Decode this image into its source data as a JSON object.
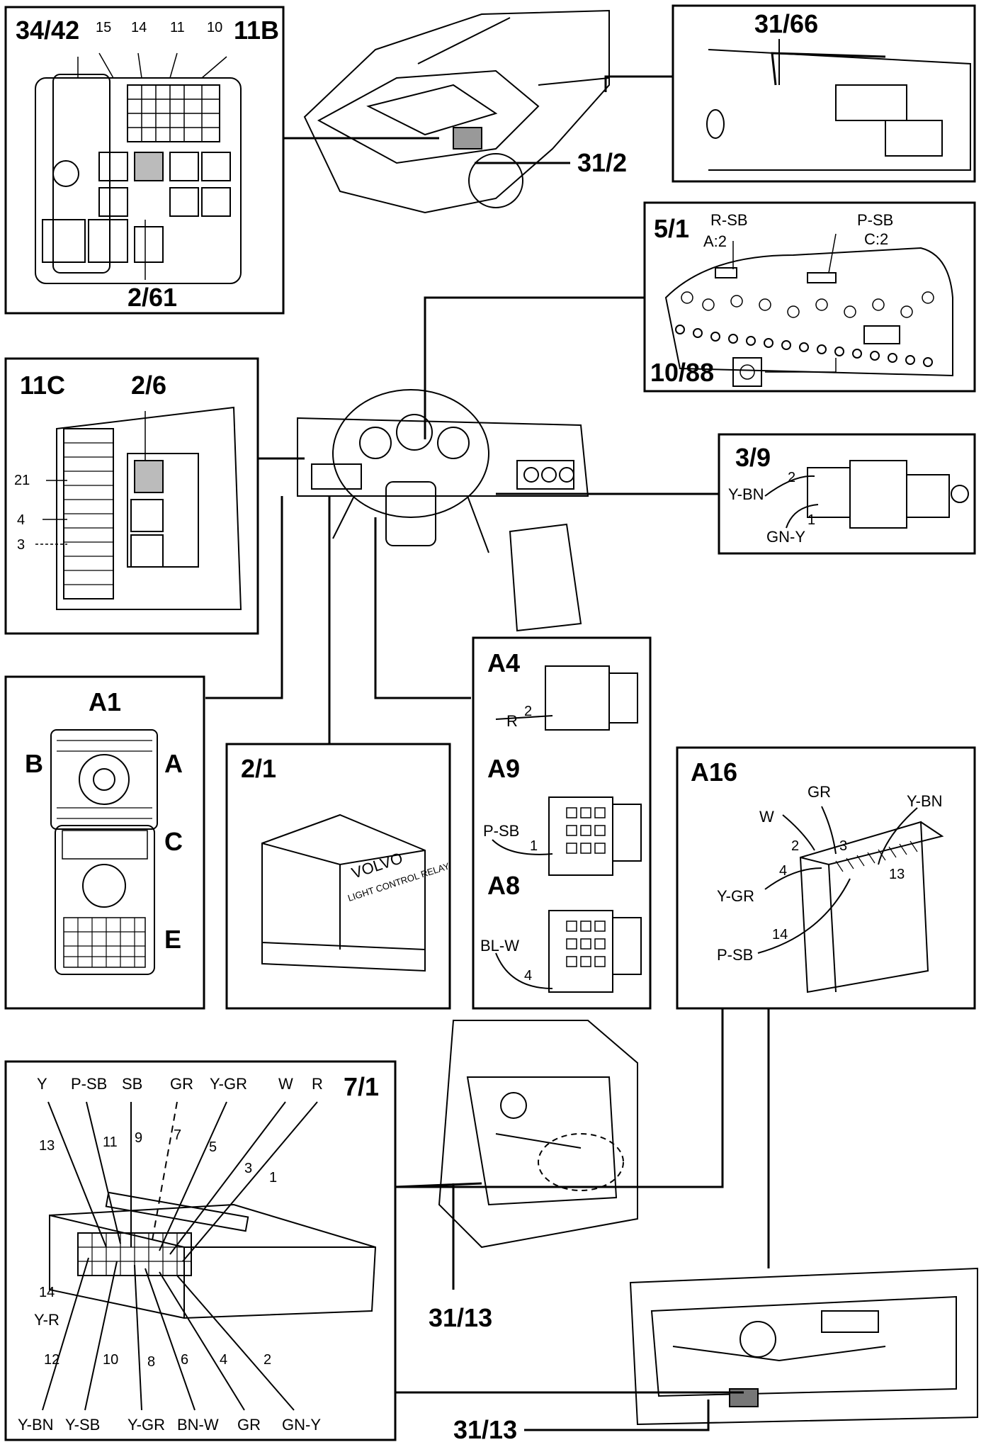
{
  "panel_11B": {
    "title": "11B",
    "ref": "34/42",
    "n15": "15",
    "n14": "14",
    "n11": "11",
    "n10": "10",
    "bottom": "2/61"
  },
  "car_top": {
    "ref": "31/2"
  },
  "panel_31_66": {
    "title": "31/66"
  },
  "panel_5_1": {
    "title": "5/1",
    "r_sb": "R-SB",
    "a2": "A:2",
    "p_sb": "P-SB",
    "c2": "C:2",
    "ref": "10/88"
  },
  "panel_11C": {
    "title": "11C",
    "ref": "2/6",
    "n21": "21",
    "n4": "4",
    "n3": "3"
  },
  "panel_3_9": {
    "title": "3/9",
    "pin2": "2",
    "pin1": "1",
    "w1": "Y-BN",
    "w2": "GN-Y"
  },
  "panel_A1": {
    "title": "A1",
    "b": "B",
    "a": "A",
    "c": "C",
    "e": "E"
  },
  "panel_2_1": {
    "title": "2/1",
    "relay_brand": "VOLVO",
    "relay_text": "LIGHT CONTROL RELAY"
  },
  "panel_A": {
    "a4": "A4",
    "a4_wire": "R",
    "a4_pin": "2",
    "a9": "A9",
    "a9_wire": "P-SB",
    "a9_pin": "1",
    "a8": "A8",
    "a8_wire": "BL-W",
    "a8_pin": "4"
  },
  "panel_A16": {
    "title": "A16",
    "gr": "GR",
    "w": "W",
    "ybn": "Y-BN",
    "p2": "2",
    "p3": "3",
    "p4": "4",
    "p13": "13",
    "ygr": "Y-GR",
    "p14": "14",
    "psb": "P-SB"
  },
  "panel_7_1": {
    "title": "7/1",
    "top_wires": [
      "Y",
      "P-SB",
      "SB",
      "GR",
      "Y-GR",
      "W",
      "R"
    ],
    "top_pins": [
      "13",
      "11",
      "9",
      "7",
      "5",
      "3",
      "1"
    ],
    "left_pin": "14",
    "left_wire": "Y-R",
    "bottom_pins": [
      "12",
      "10",
      "8",
      "6",
      "4",
      "2"
    ],
    "bottom_wires": [
      "Y-BN",
      "Y-SB",
      "Y-GR",
      "BN-W",
      "GR",
      "GN-Y"
    ]
  },
  "trunk": {
    "ref1": "31/13",
    "ref2": "31/13"
  }
}
